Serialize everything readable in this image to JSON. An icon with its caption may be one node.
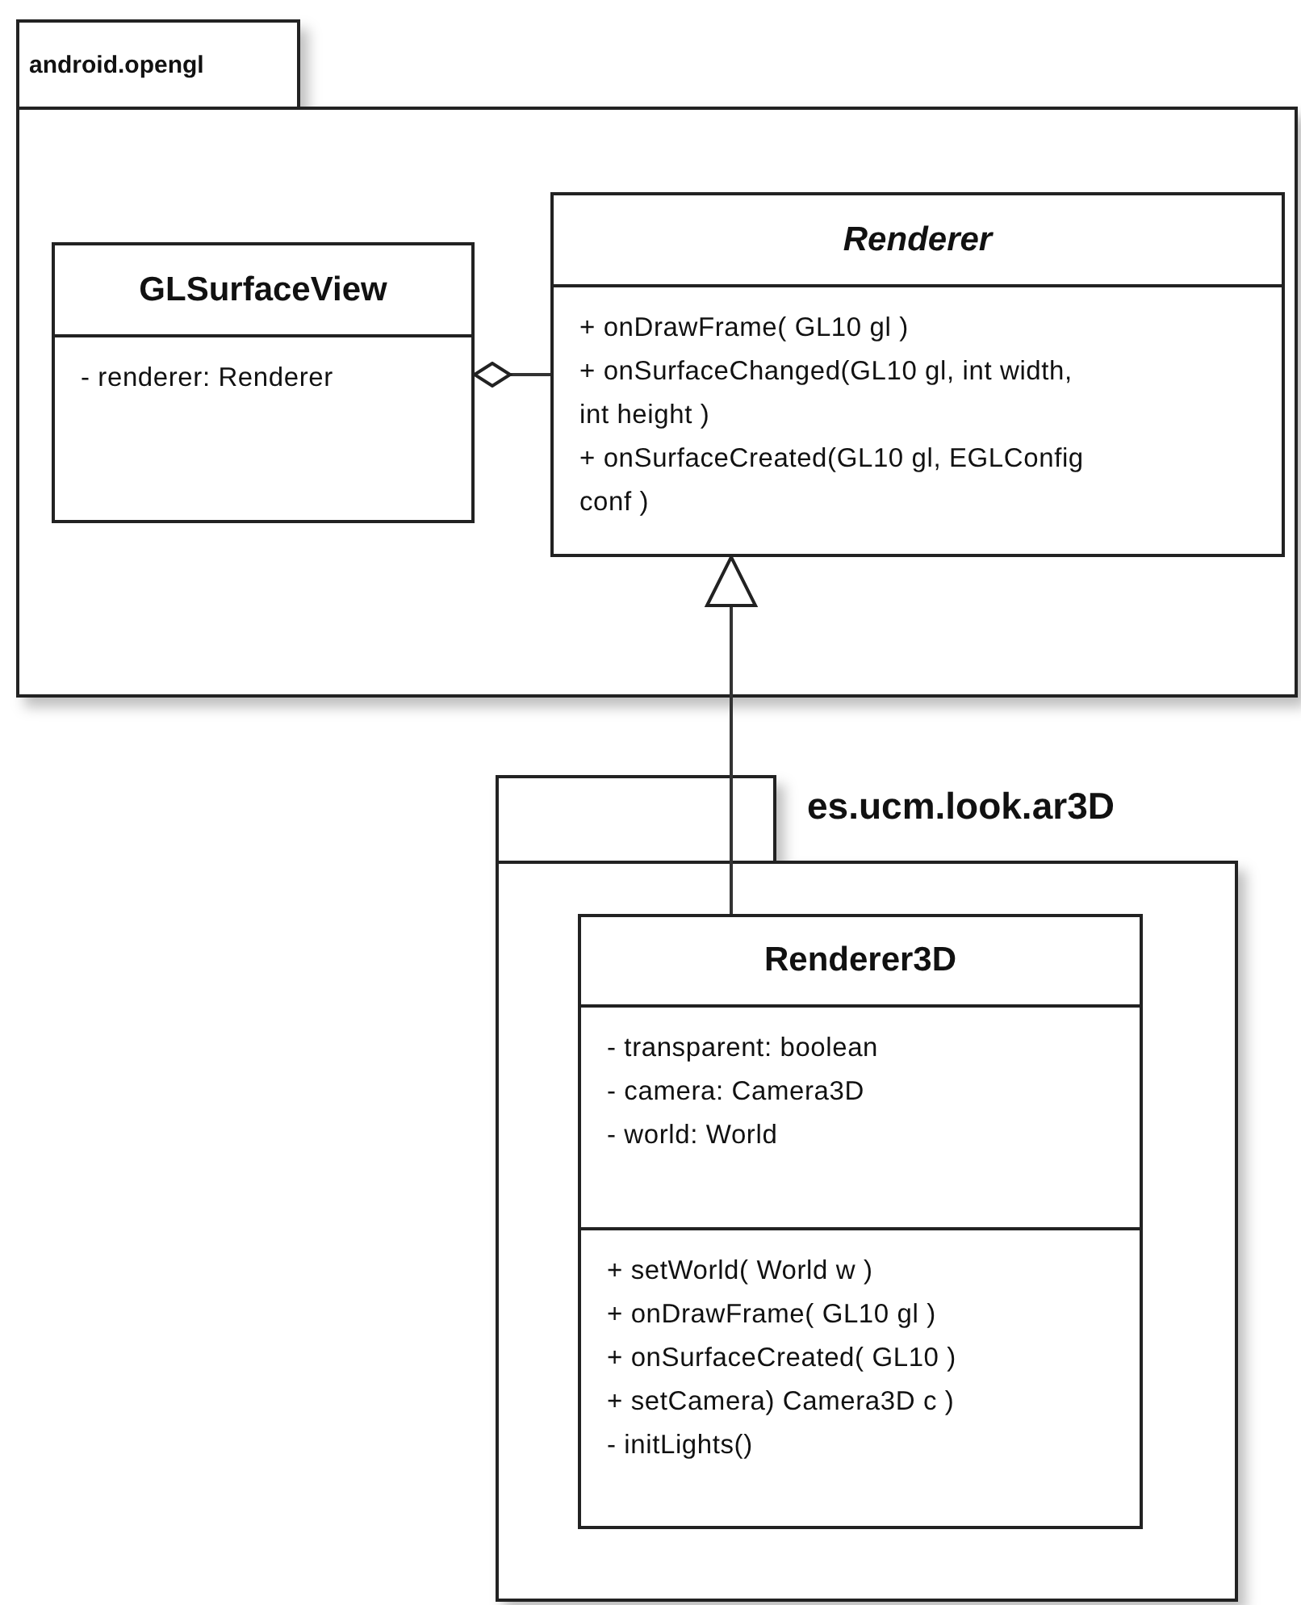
{
  "diagram": {
    "nodes": [
      {
        "text": [
          "android.opengl"
        ]
      },
      {
        "text": [
          "GLSurfaceView",
          "- renderer: Renderer"
        ],
        "in": 0
      },
      {
        "text": [
          "Renderer",
          "+ onDrawFrame( GL10 gl )",
          "+ onSurfaceChanged(GL10 gl, int width, int height )",
          "+ onSurfaceCreated(GL10 gl, EGLConfig conf )"
        ],
        "in": 0
      },
      {
        "text": [
          "es.ucm.look.ar3D"
        ]
      },
      {
        "text": [
          "Renderer3D",
          "- transparent: boolean",
          "- camera: Camera3D",
          "- world: World",
          "+ setWorld( World w )",
          "+ onDrawFrame( GL10 gl )",
          "+ onSurfaceCreated( GL10 )",
          "+ setCamera) Camera3D c )",
          "- initLights()"
        ],
        "in": 3
      }
    ],
    "edges": [
      {
        "from": 1,
        "to": 2,
        "arrow": "other"
      },
      {
        "from": 4,
        "to": 2,
        "arrow": "to"
      }
    ]
  }
}
